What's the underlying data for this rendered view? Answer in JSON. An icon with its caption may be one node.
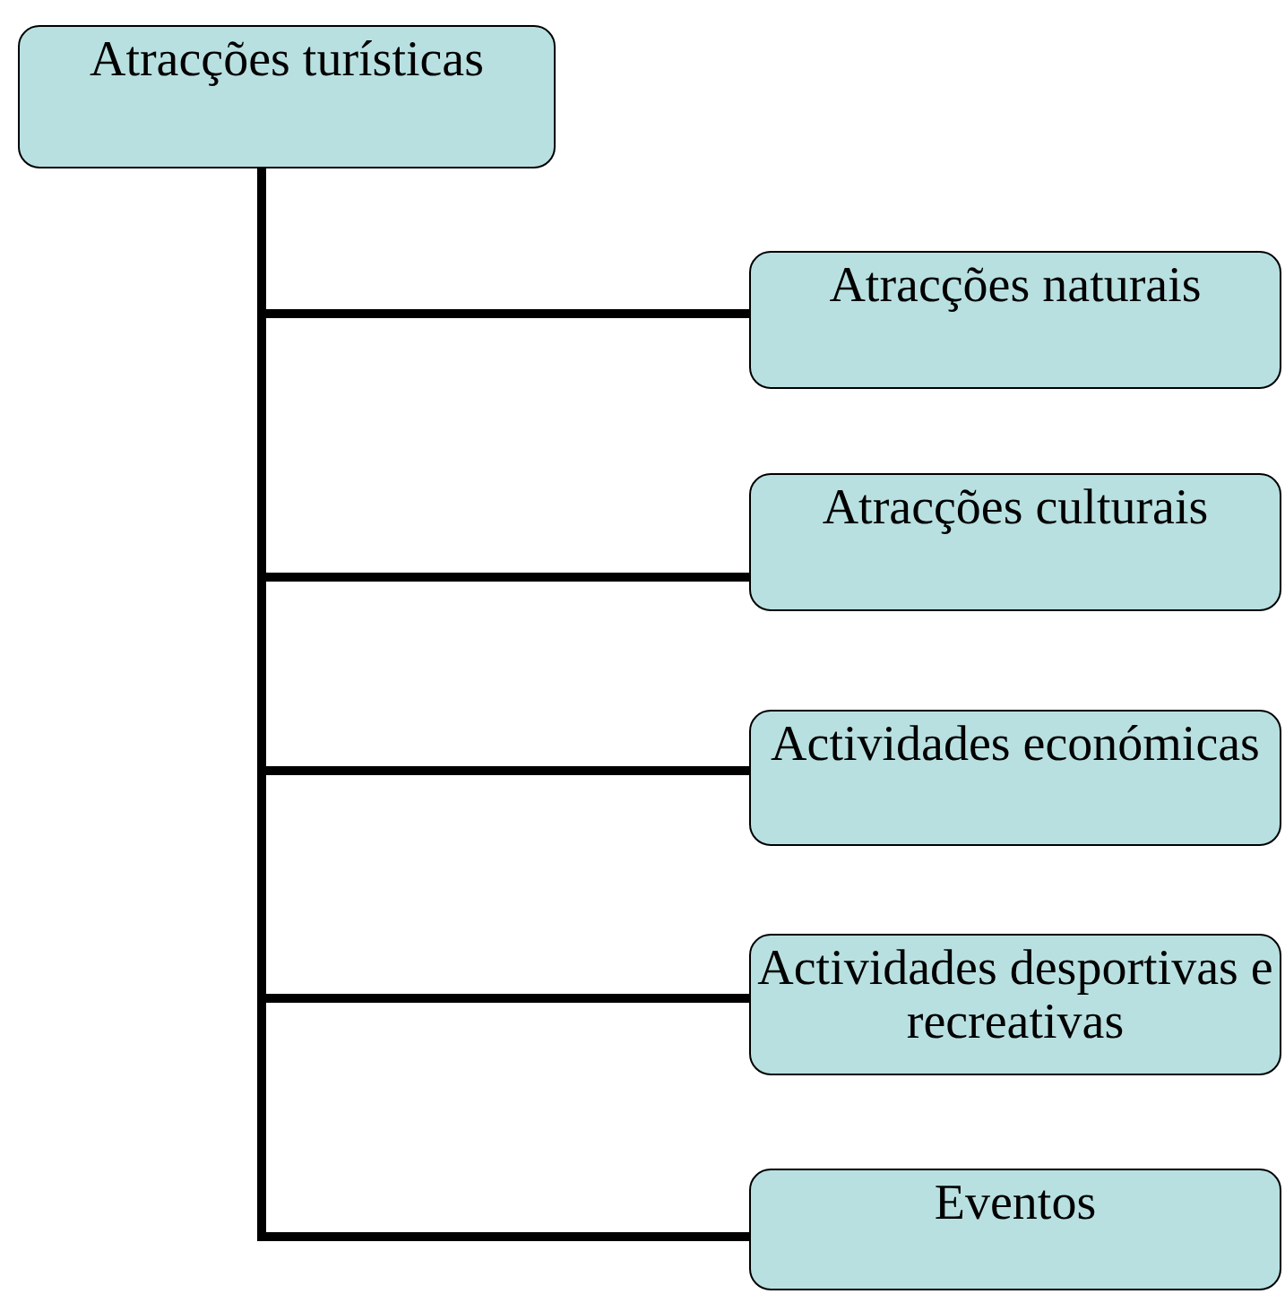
{
  "diagram": {
    "nodes": [
      {
        "text": [
          "Atracções turísticas"
        ]
      },
      {
        "text": [
          "Atracções naturais"
        ]
      },
      {
        "text": [
          "Atracções culturais"
        ]
      },
      {
        "text": [
          "Actividades económicas"
        ]
      },
      {
        "text": [
          "Actividades desportivas e recreativas"
        ]
      },
      {
        "text": [
          "Eventos"
        ]
      }
    ],
    "edges": [
      {
        "from": 0,
        "to": 1,
        "arrow": "none"
      },
      {
        "from": 0,
        "to": 2,
        "arrow": "none"
      },
      {
        "from": 0,
        "to": 3,
        "arrow": "none"
      },
      {
        "from": 0,
        "to": 4,
        "arrow": "none"
      },
      {
        "from": 0,
        "to": 5,
        "arrow": "none"
      }
    ]
  }
}
